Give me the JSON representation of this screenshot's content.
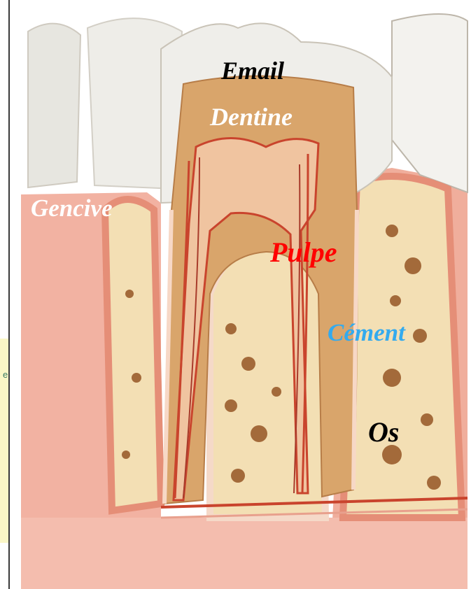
{
  "labels": {
    "email": "Email",
    "dentine": "Dentine",
    "gencive": "Gencive",
    "pulpe": "Pulpe",
    "cement": "Cément",
    "os": "Os"
  },
  "side_note": {
    "glyph": "e"
  },
  "colors": {
    "email": "#000000",
    "dentine": "#ffffff",
    "gencive": "#ffffff",
    "pulpe": "#ff0000",
    "cement": "#33aaee",
    "os": "#000000",
    "gum": "#f2b2a2",
    "enamel": "#efeeea",
    "dentin": "#d9a56b",
    "pulp": "#f0c4a0",
    "bone": "#f3dfb4",
    "bone_spots": "#a36a3a",
    "vessel": "#c9442d"
  }
}
